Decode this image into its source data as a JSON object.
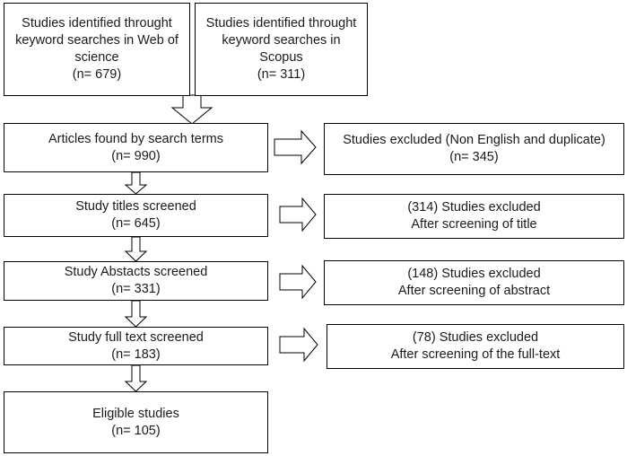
{
  "sources": [
    {
      "label": "Studies identified throught\nkeyword searches in Web of\nscience",
      "count": "(n= 679)"
    },
    {
      "label": "Studies identified throught\nkeyword searches in\nScopus",
      "count": "(n= 311)"
    }
  ],
  "stages": [
    {
      "label": "Articles found by search terms",
      "count": "(n= 990)"
    },
    {
      "label": "Study titles screened",
      "count": "(n= 645)"
    },
    {
      "label": "Study Abstacts screened",
      "count": "(n= 331)"
    },
    {
      "label": "Study full text screened",
      "count": "(n= 183)"
    },
    {
      "label": "Eligible studies",
      "count": "(n= 105)"
    }
  ],
  "exclusions": [
    {
      "line1": "Studies excluded (Non English and duplicate)",
      "line2": "(n= 345)"
    },
    {
      "line1": "(314) Studies excluded",
      "line2": "After screening of title"
    },
    {
      "line1": "(148)  Studies excluded",
      "line2": "After screening of abstract"
    },
    {
      "line1": "(78) Studies excluded",
      "line2": "After screening of the full-text"
    }
  ]
}
